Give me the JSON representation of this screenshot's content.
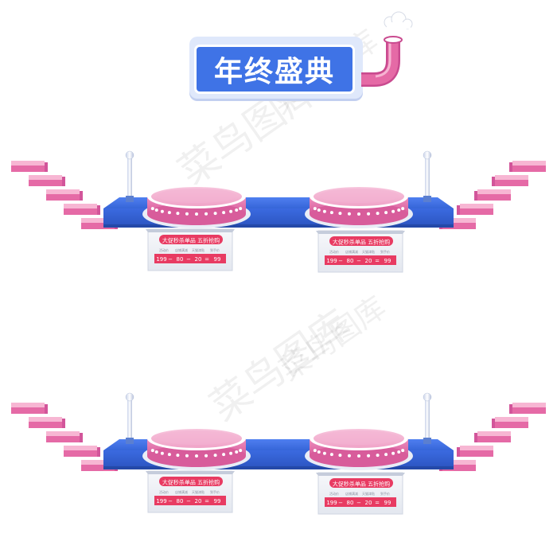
{
  "header": {
    "title": "年终盛典"
  },
  "watermark": {
    "text": "菜鸟图库"
  },
  "price_card": {
    "headline": "大促秒杀单品 五折抢购",
    "formula": [
      "199",
      "−",
      "80",
      "−",
      "20",
      "=",
      "99"
    ],
    "sublabels": [
      "活动价",
      "店铺满减",
      "天猫津贴",
      "到手价"
    ]
  },
  "colors": {
    "stage_blue": "#3d6fe0",
    "stage_top": "#5a88f0",
    "pink": "#e56aa6",
    "pink_light": "#f7b6d3",
    "card_red": "#e83b62",
    "sign_blue": "#3f73e6"
  }
}
